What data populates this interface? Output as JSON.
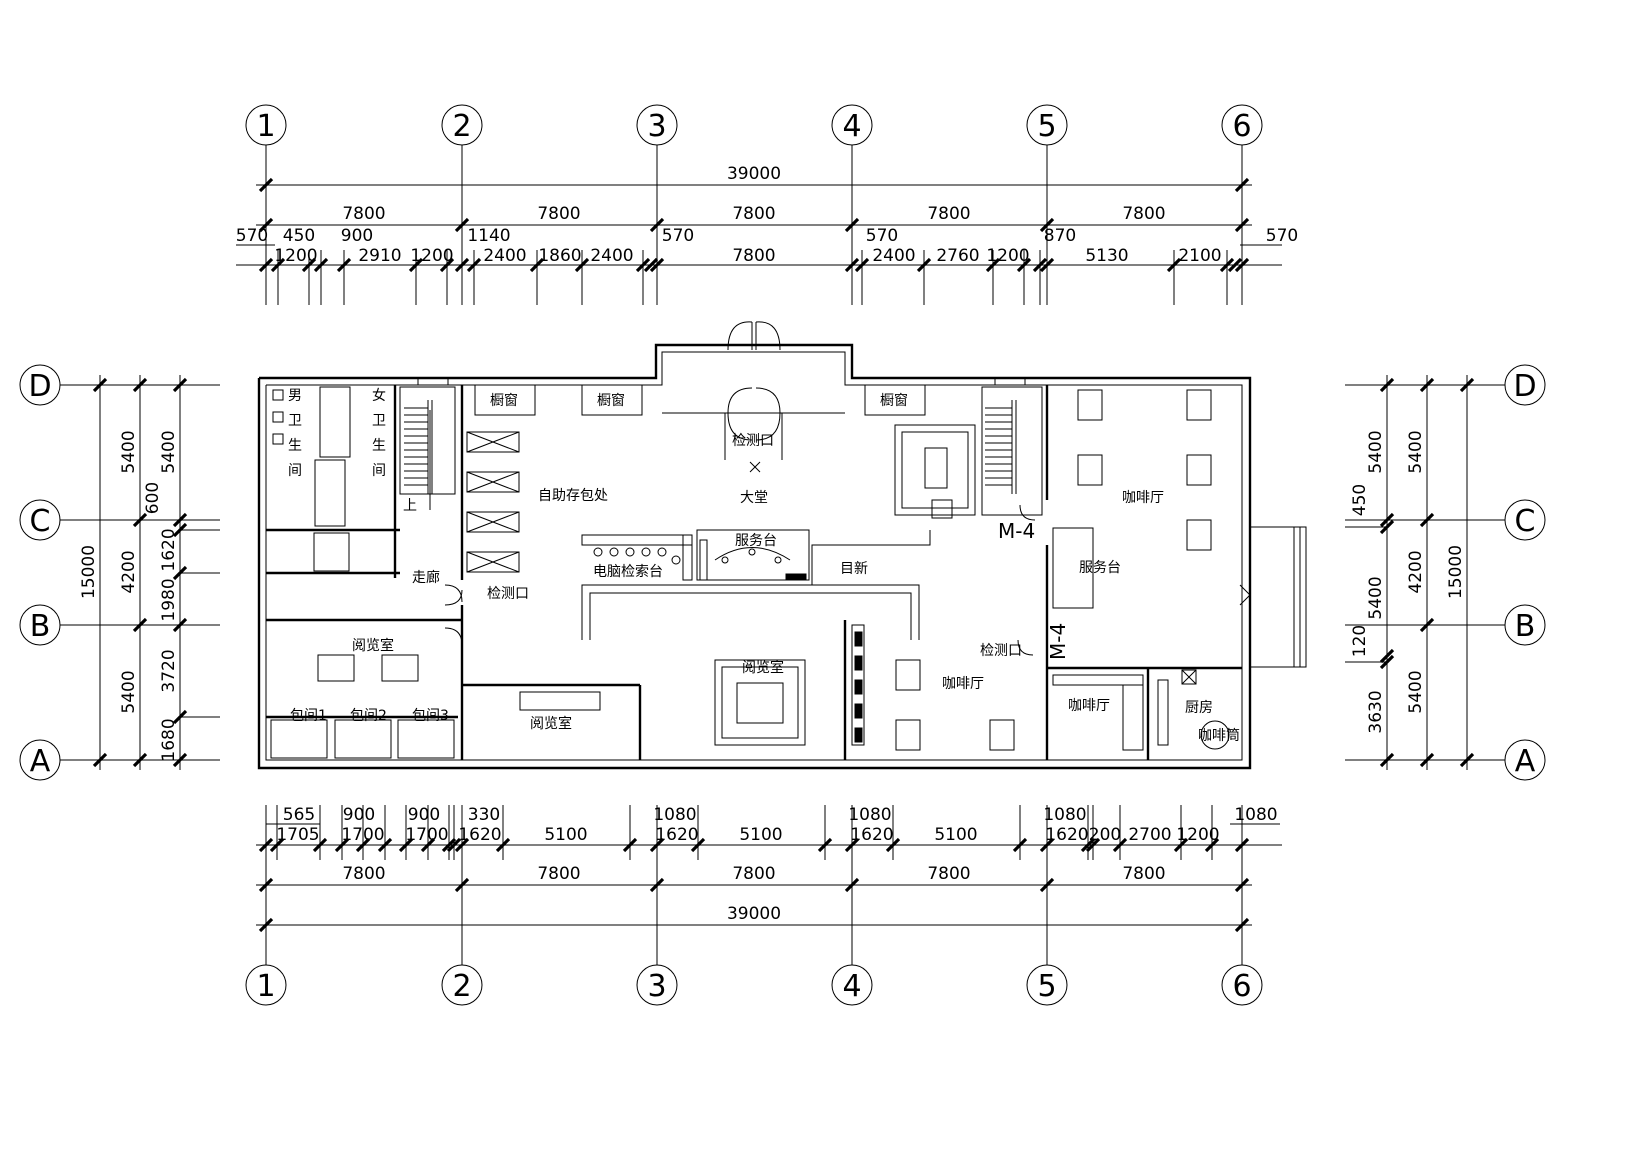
{
  "axes": {
    "columns": [
      "1",
      "2",
      "3",
      "4",
      "5",
      "6"
    ],
    "rows": [
      "A",
      "B",
      "C",
      "D"
    ]
  },
  "top_dims": {
    "overall": "39000",
    "bays": [
      "7800",
      "7800",
      "7800",
      "7800",
      "7800"
    ],
    "row_upper": [
      "570",
      "450",
      "900",
      "1140",
      "570",
      "570",
      "870",
      "570"
    ],
    "row_lower": [
      "1200",
      "2910",
      "1200",
      "2400",
      "1860",
      "2400",
      "7800",
      "2400",
      "2760",
      "1200",
      "5130",
      "2100"
    ]
  },
  "bottom_dims": {
    "overall": "39000",
    "bays": [
      "7800",
      "7800",
      "7800",
      "7800",
      "7800"
    ],
    "row_upper": [
      "565",
      "900",
      "900",
      "330",
      "1080",
      "1080",
      "1080",
      "1080"
    ],
    "row_lower": [
      "1705",
      "1700",
      "1700",
      "1620",
      "5100",
      "1620",
      "5100",
      "1620",
      "5100",
      "1620",
      "200",
      "2700",
      "1200"
    ]
  },
  "left_dims": {
    "overall": "15000",
    "mid": [
      "5400",
      "4200",
      "5400"
    ],
    "inner": [
      "5400",
      "600",
      "1620",
      "1980",
      "3720",
      "1680"
    ]
  },
  "right_dims": {
    "overall": "15000",
    "mid": [
      "5400",
      "4200",
      "5400"
    ],
    "inner": [
      "5400",
      "450",
      "5400",
      "120",
      "3630"
    ]
  },
  "rooms": {
    "mens_wc": [
      "男",
      "卫",
      "生",
      "间"
    ],
    "womens_wc": [
      "女",
      "卫",
      "生",
      "间"
    ],
    "corridor": "走廊",
    "showcase": "橱窗",
    "checkpoint": "检测口",
    "lobby": "大堂",
    "self_storage": "自助存包处",
    "computer_desk": "电脑检索台",
    "service_desk": "服务台",
    "new_books": "目新",
    "reading_room": "阅览室",
    "private_rooms": [
      "包间1",
      "包间2",
      "包间3"
    ],
    "cafe": "咖啡厅",
    "kitchen": "厨房",
    "coffee_shop": "咖啡筒",
    "door_code": "M-4"
  }
}
